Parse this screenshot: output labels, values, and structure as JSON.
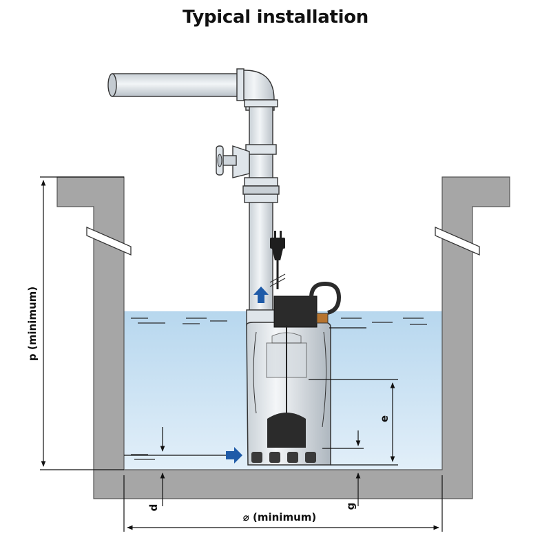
{
  "title": "Typical installation",
  "labels": {
    "p": "p (minimum)",
    "e": "e",
    "d": "d",
    "g": "g",
    "width": "⌀ (minimum)"
  },
  "colors": {
    "wall": "#a6a6a6",
    "water_top": "#b7d7ee",
    "water_bottom": "#dcecf8",
    "pipe": "#dde3e8",
    "arrow": "#1f5ba8",
    "pump_dark": "#2b2b2b"
  },
  "icons": {
    "flow_arrow": "arrow-icon",
    "plug": "plug-icon",
    "valve": "valve-icon"
  }
}
